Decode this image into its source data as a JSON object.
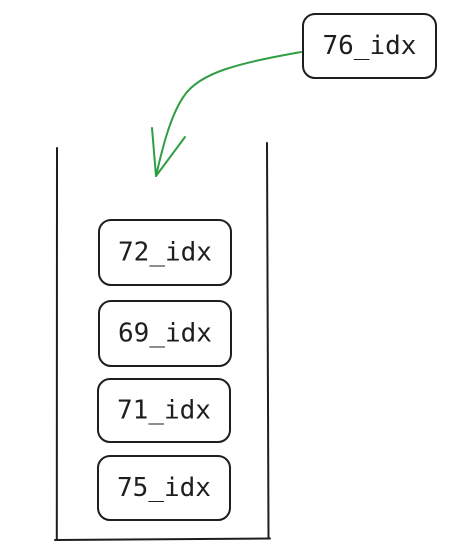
{
  "incoming": {
    "label": "76_idx"
  },
  "stack": {
    "items": [
      {
        "label": "72_idx"
      },
      {
        "label": "69_idx"
      },
      {
        "label": "71_idx"
      },
      {
        "label": "75_idx"
      }
    ]
  },
  "colors": {
    "stroke": "#1e1e1e",
    "arrow": "#2f9e44",
    "background": "#ffffff"
  }
}
